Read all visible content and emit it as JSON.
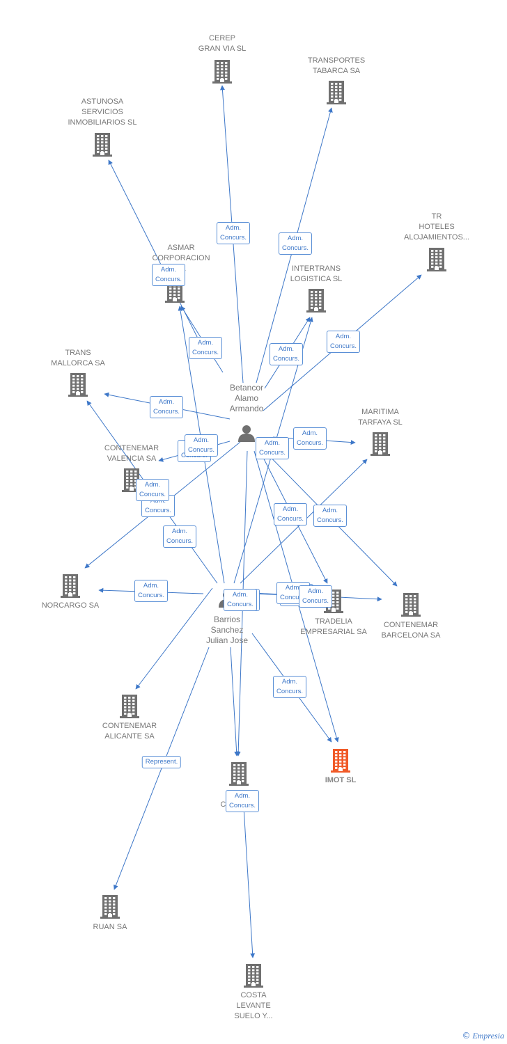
{
  "colors": {
    "edge": "#3d77c8",
    "building": "#707070",
    "highlight": "#f05a28",
    "label": "#777777"
  },
  "persons": [
    {
      "id": "betancor",
      "label": "Betancor\nAlamo\nArmando"
    },
    {
      "id": "barrios",
      "label": "Barrios\nSanchez\nJulian Jose"
    }
  ],
  "companies": [
    {
      "id": "cerep",
      "label": "CEREP\nGRAN VIA SL"
    },
    {
      "id": "transportes_tabarca",
      "label": "TRANSPORTES\nTABARCA SA"
    },
    {
      "id": "astunosa",
      "label": "ASTUNOSA\nSERVICIOS\nINMOBILIARIOS SL"
    },
    {
      "id": "tr_hoteles",
      "label": "TR\nHOTELES\nALOJAMIENTOS..."
    },
    {
      "id": "asmar",
      "label": "ASMAR\nCORPORACION\nSL"
    },
    {
      "id": "intertrans",
      "label": "INTERTRANS\nLOGISTICA SL"
    },
    {
      "id": "trans_mallorca",
      "label": "TRANS\nMALLORCA SA"
    },
    {
      "id": "maritima",
      "label": "MARITIMA\nTARFAYA SL"
    },
    {
      "id": "contenemar_valencia",
      "label": "CONTENEMAR\nVALENCIA SA"
    },
    {
      "id": "norcargo",
      "label": "NORCARGO SA"
    },
    {
      "id": "tradelia",
      "label": "TRADELIA\nEMPRESARIAL SA"
    },
    {
      "id": "contenemar_barcelona",
      "label": "CONTENEMAR\nBARCELONA SA"
    },
    {
      "id": "contenemar_alicante",
      "label": "CONTENEMAR\nALICANTE SA"
    },
    {
      "id": "imot",
      "label": "IMOT SL",
      "highlight": true
    },
    {
      "id": "cuenca",
      "label": "F\nCU          A"
    },
    {
      "id": "ruan",
      "label": "RUAN SA"
    },
    {
      "id": "costa_levante",
      "label": "COSTA\nLEVANTE\nSUELO Y..."
    }
  ],
  "edges": [
    {
      "from": "betancor",
      "to": "cerep",
      "label": "Adm.\nConcurs."
    },
    {
      "from": "betancor",
      "to": "transportes_tabarca",
      "label": "Adm.\nConcurs."
    },
    {
      "from": "betancor",
      "to": "astunosa",
      "label": "Adm.\nConcurs."
    },
    {
      "from": "betancor",
      "to": "tr_hoteles",
      "label": "Adm.\nConcurs."
    },
    {
      "from": "betancor",
      "to": "asmar",
      "label": "Adm.\nConcurs."
    },
    {
      "from": "betancor",
      "to": "intertrans",
      "label": "Adm.\nConcurs."
    },
    {
      "from": "betancor",
      "to": "trans_mallorca",
      "label": "Adm.\nConcurs."
    },
    {
      "from": "betancor",
      "to": "maritima",
      "label": "Adm.\nConcurs."
    },
    {
      "from": "betancor",
      "to": "contenemar_valencia",
      "label": "Adm.\nConcurs."
    },
    {
      "from": "betancor",
      "to": "norcargo",
      "label": "Adm.\nConcurs."
    },
    {
      "from": "betancor",
      "to": "tradelia",
      "label": "Adm.\nConcurs."
    },
    {
      "from": "betancor",
      "to": "contenemar_barcelona",
      "label": "Adm.\nConcurs."
    },
    {
      "from": "betancor",
      "to": "imot",
      "label": "Adm.\nConcurs."
    },
    {
      "from": "betancor",
      "to": "cuenca",
      "label": "Adm.\nConcurs."
    },
    {
      "from": "barrios",
      "to": "asmar",
      "label": "Adm.\nConcurs."
    },
    {
      "from": "barrios",
      "to": "intertrans",
      "label": "Adm.\nConcurs."
    },
    {
      "from": "barrios",
      "to": "trans_mallorca",
      "label": "Adm.\nConcurs."
    },
    {
      "from": "barrios",
      "to": "maritima",
      "label": "Adm.\nConcurs."
    },
    {
      "from": "barrios",
      "to": "norcargo",
      "label": "Adm.\nConcurs."
    },
    {
      "from": "barrios",
      "to": "tradelia",
      "label": "Adm.\nConcurs."
    },
    {
      "from": "barrios",
      "to": "contenemar_barcelona",
      "label": "Adm.\nConcurs."
    },
    {
      "from": "barrios",
      "to": "contenemar_alicante",
      "label": "Adm.\nConcurs."
    },
    {
      "from": "barrios",
      "to": "imot",
      "label": "Adm.\nConcurs."
    },
    {
      "from": "barrios",
      "to": "cuenca",
      "label": "Adm.\nConcurs."
    },
    {
      "from": "barrios",
      "to": "ruan",
      "label": "Represent."
    },
    {
      "from": "cuenca",
      "to": "costa_levante",
      "label": "Adm.\nConcurs."
    }
  ],
  "footer": {
    "copyright": "©",
    "brand": "Empresia"
  }
}
